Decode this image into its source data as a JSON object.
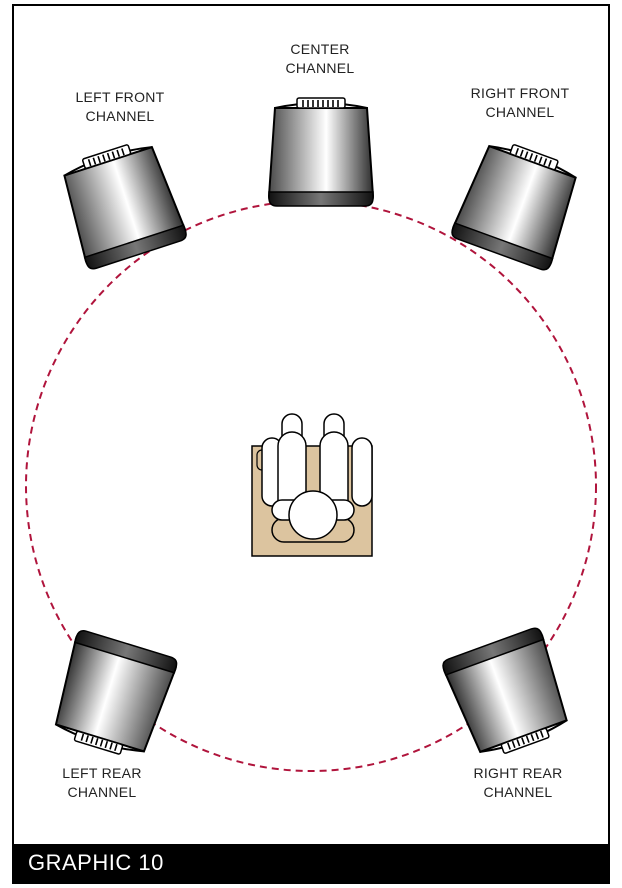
{
  "labels": {
    "left_front": [
      "LEFT FRONT",
      "CHANNEL"
    ],
    "center": [
      "CENTER",
      "CHANNEL"
    ],
    "right_front": [
      "RIGHT FRONT",
      "CHANNEL"
    ],
    "left_rear": [
      "LEFT REAR",
      "CHANNEL"
    ],
    "right_rear": [
      "RIGHT REAR",
      "CHANNEL"
    ]
  },
  "footer": {
    "title": "GRAPHIC 10"
  },
  "colors": {
    "circle": "#b0143c",
    "chair": "#dcc49f",
    "speaker_light": "#ffffff",
    "speaker_dark": "#3a3a3a"
  },
  "icons": [
    "speaker-icon",
    "chair-icon",
    "listener-icon"
  ]
}
